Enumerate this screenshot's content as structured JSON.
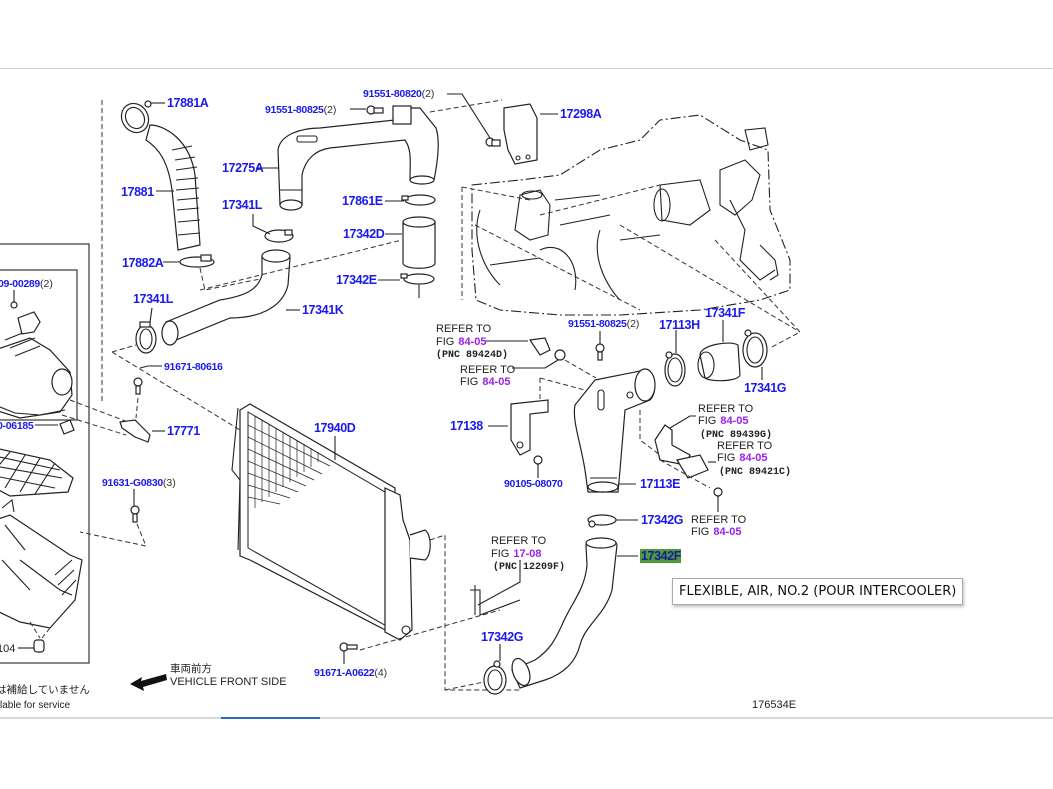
{
  "diagram": {
    "figure_id": "176534E",
    "highlight_color": "#4c9a3c",
    "link_color": "#1a1aee",
    "fig_link_color": "#9a22e6",
    "parts": {
      "p17881A": "17881A",
      "p17881": "17881",
      "p17882A": "17882A",
      "p17341L_top": "17341L",
      "p17341L": "17341L",
      "p17341K": "17341K",
      "p17275A": "17275A",
      "p91551_80825_top": "91551-80825",
      "p91551_80820": "91551-80820",
      "p17298A": "17298A",
      "p17861E": "17861E",
      "p17342D": "17342D",
      "p17342E": "17342E",
      "p91671_80616": "91671-80616",
      "p17771": "17771",
      "p17940D": "17940D",
      "p91631_G0830": "91631-G0830",
      "p91671_A0622": "91671-A0622",
      "p17138": "17138",
      "p90105_08070": "90105-08070",
      "p91551_80825_mid": "91551-80825",
      "p17113H": "17113H",
      "p17341F": "17341F",
      "p17341G": "17341G",
      "p17113E": "17113E",
      "p17342G_top": "17342G",
      "p17342F": "17342F",
      "p17342G_bot": "17342G",
      "p_left_bolt": "09-00289",
      "p_left_clip": "0-06185",
      "p_left_nut": "104"
    },
    "quantities": {
      "q91551_80825_top": "(2)",
      "q91551_80820": "(2)",
      "q91551_80825_mid": "(2)",
      "q91631_G0830": "(3)",
      "q91671_A0622": "(4)",
      "q_left_bolt": "(2)"
    },
    "references": [
      {
        "refer": "REFER TO",
        "fig_prefix": "FIG",
        "fig": "84-05",
        "pnc": "(PNC 89424D)"
      },
      {
        "refer": "REFER TO",
        "fig_prefix": "FIG",
        "fig": "84-05"
      },
      {
        "refer": "REFER TO",
        "fig_prefix": "FIG",
        "fig": "84-05",
        "pnc": "(PNC 89439G)"
      },
      {
        "refer": "REFER TO",
        "fig_prefix": "FIG",
        "fig": "84-05",
        "pnc": "(PNC 89421C)"
      },
      {
        "refer": "REFER TO",
        "fig_prefix": "FIG",
        "fig": "84-05"
      },
      {
        "refer": "REFER TO",
        "fig_prefix": "FIG",
        "fig": "17-08",
        "pnc": "(PNC 12209F)"
      }
    ],
    "direction": {
      "jp": "車両前方",
      "en": "VEHICLE FRONT SIDE"
    },
    "legend_note": {
      "jp": "は補給していません",
      "en": "lable for service"
    }
  },
  "tooltip": {
    "text": "FLEXIBLE, AIR, NO.2 (POUR INTERCOOLER)"
  },
  "scrollbar": {
    "position_fraction": 0.21
  }
}
